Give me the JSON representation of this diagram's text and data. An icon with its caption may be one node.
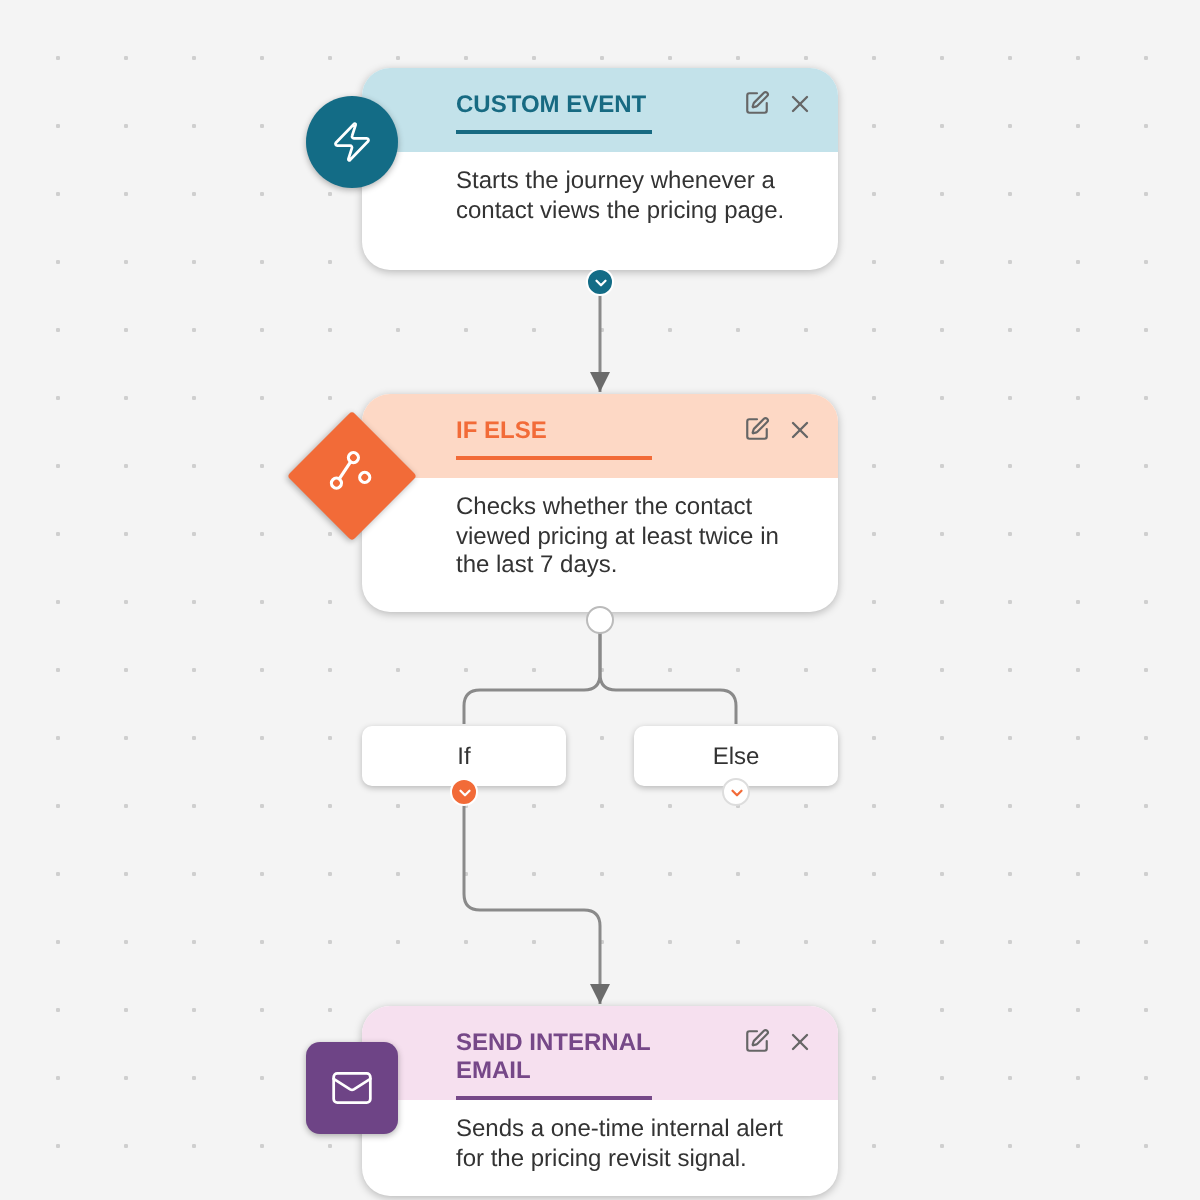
{
  "diagram": {
    "nodes": [
      {
        "text": [
          "CUSTOM EVENT",
          "Starts the journey whenever a contact views the pricing page."
        ]
      },
      {
        "text": [
          "IF ELSE",
          "Checks whether the contact viewed pricing at least twice in the last 7 days."
        ]
      },
      {
        "text": [
          "If"
        ]
      },
      {
        "text": [
          "Else"
        ]
      },
      {
        "text": [
          "SEND INTERNAL EMAIL",
          "Sends a one-time internal alert for the pricing revisit signal."
        ]
      }
    ],
    "edges": [
      {
        "from": 0,
        "to": 1,
        "arrow": "to"
      },
      {
        "from": 1,
        "to": 2,
        "arrow": "none"
      },
      {
        "from": 1,
        "to": 3,
        "arrow": "none"
      },
      {
        "from": 2,
        "to": 4,
        "arrow": "to"
      }
    ]
  }
}
